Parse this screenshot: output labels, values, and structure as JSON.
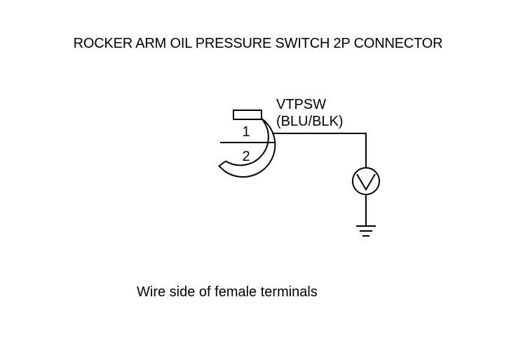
{
  "title": "ROCKER ARM OIL PRESSURE SWITCH 2P CONNECTOR",
  "wire": {
    "name": "VTPSW",
    "color": "(BLU/BLK)"
  },
  "connector": {
    "pins": [
      "1",
      "2"
    ]
  },
  "caption": "Wire side of female terminals",
  "icons": [
    "connector-icon",
    "voltmeter-icon",
    "ground-icon"
  ],
  "colors": {
    "line": "#000000",
    "background": "#ffffff"
  }
}
